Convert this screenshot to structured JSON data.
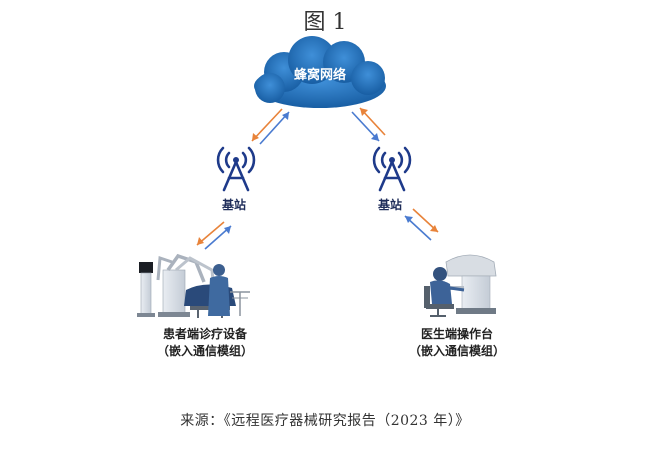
{
  "figure_title": "图 1",
  "cloud": {
    "label": "蜂窝网络"
  },
  "base_station_left": {
    "label": "基站"
  },
  "base_station_right": {
    "label": "基站"
  },
  "patient_node": {
    "line1": "患者端诊疗设备",
    "line2": "（嵌入通信模组）"
  },
  "doctor_node": {
    "line1": "医生端操作台",
    "line2": "（嵌入通信模组）"
  },
  "source": "来源：《远程医疗器械研究报告（2023 年）》",
  "colors": {
    "cloud": "#1e66b0",
    "tower": "#1e3a8a",
    "arrow_orange": "#e8833a",
    "arrow_blue": "#4a7bd0"
  }
}
